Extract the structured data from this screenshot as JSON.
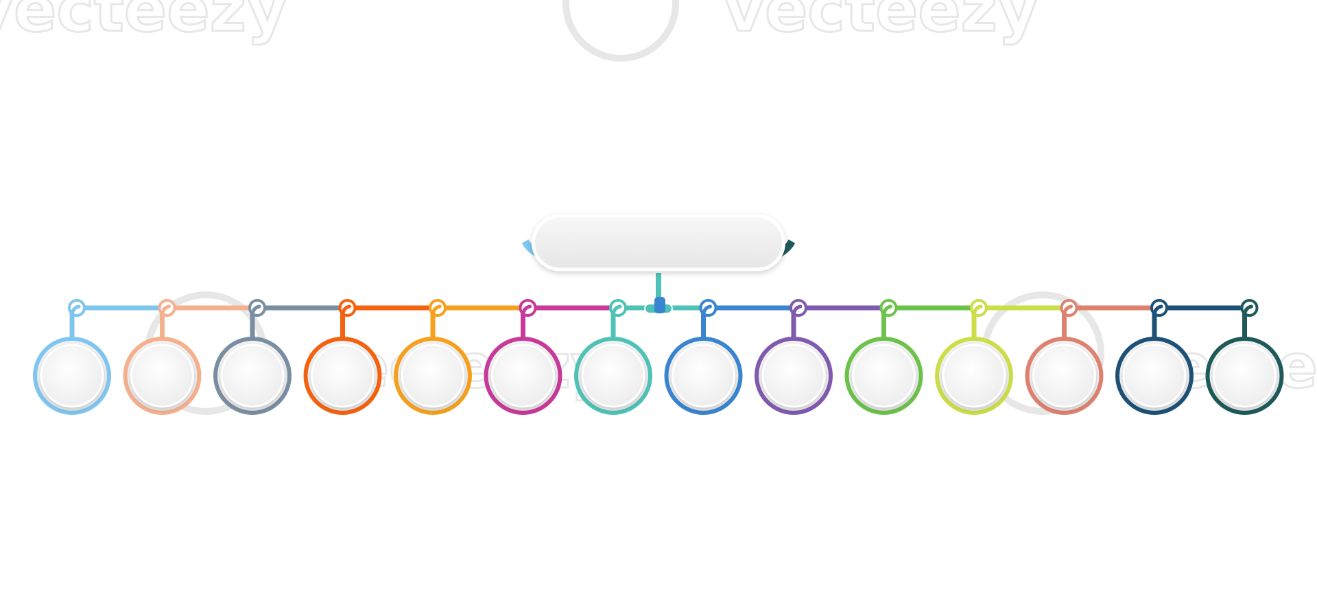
{
  "watermark": {
    "text": "vecteezy",
    "color": "#e7e7e7"
  },
  "diagram": {
    "root": {
      "label": "",
      "fill": "#efefef"
    },
    "nodes": [
      {
        "id": "n1",
        "color": "#7fc6ef",
        "label": ""
      },
      {
        "id": "n2",
        "color": "#f5b08e",
        "label": ""
      },
      {
        "id": "n3",
        "color": "#7a8ea2",
        "label": ""
      },
      {
        "id": "n4",
        "color": "#f4620f",
        "label": ""
      },
      {
        "id": "n5",
        "color": "#f5a11f",
        "label": ""
      },
      {
        "id": "n6",
        "color": "#c8399a",
        "label": ""
      },
      {
        "id": "n7",
        "color": "#4fc2b7",
        "label": ""
      },
      {
        "id": "n8",
        "color": "#3a85cf",
        "label": ""
      },
      {
        "id": "n9",
        "color": "#7f5bb0",
        "label": ""
      },
      {
        "id": "n10",
        "color": "#6cc24a",
        "label": ""
      },
      {
        "id": "n11",
        "color": "#cddd48",
        "label": ""
      },
      {
        "id": "n12",
        "color": "#de8270",
        "label": ""
      },
      {
        "id": "n13",
        "color": "#1d5178",
        "label": ""
      },
      {
        "id": "n14",
        "color": "#1e5a5a",
        "label": ""
      }
    ]
  }
}
